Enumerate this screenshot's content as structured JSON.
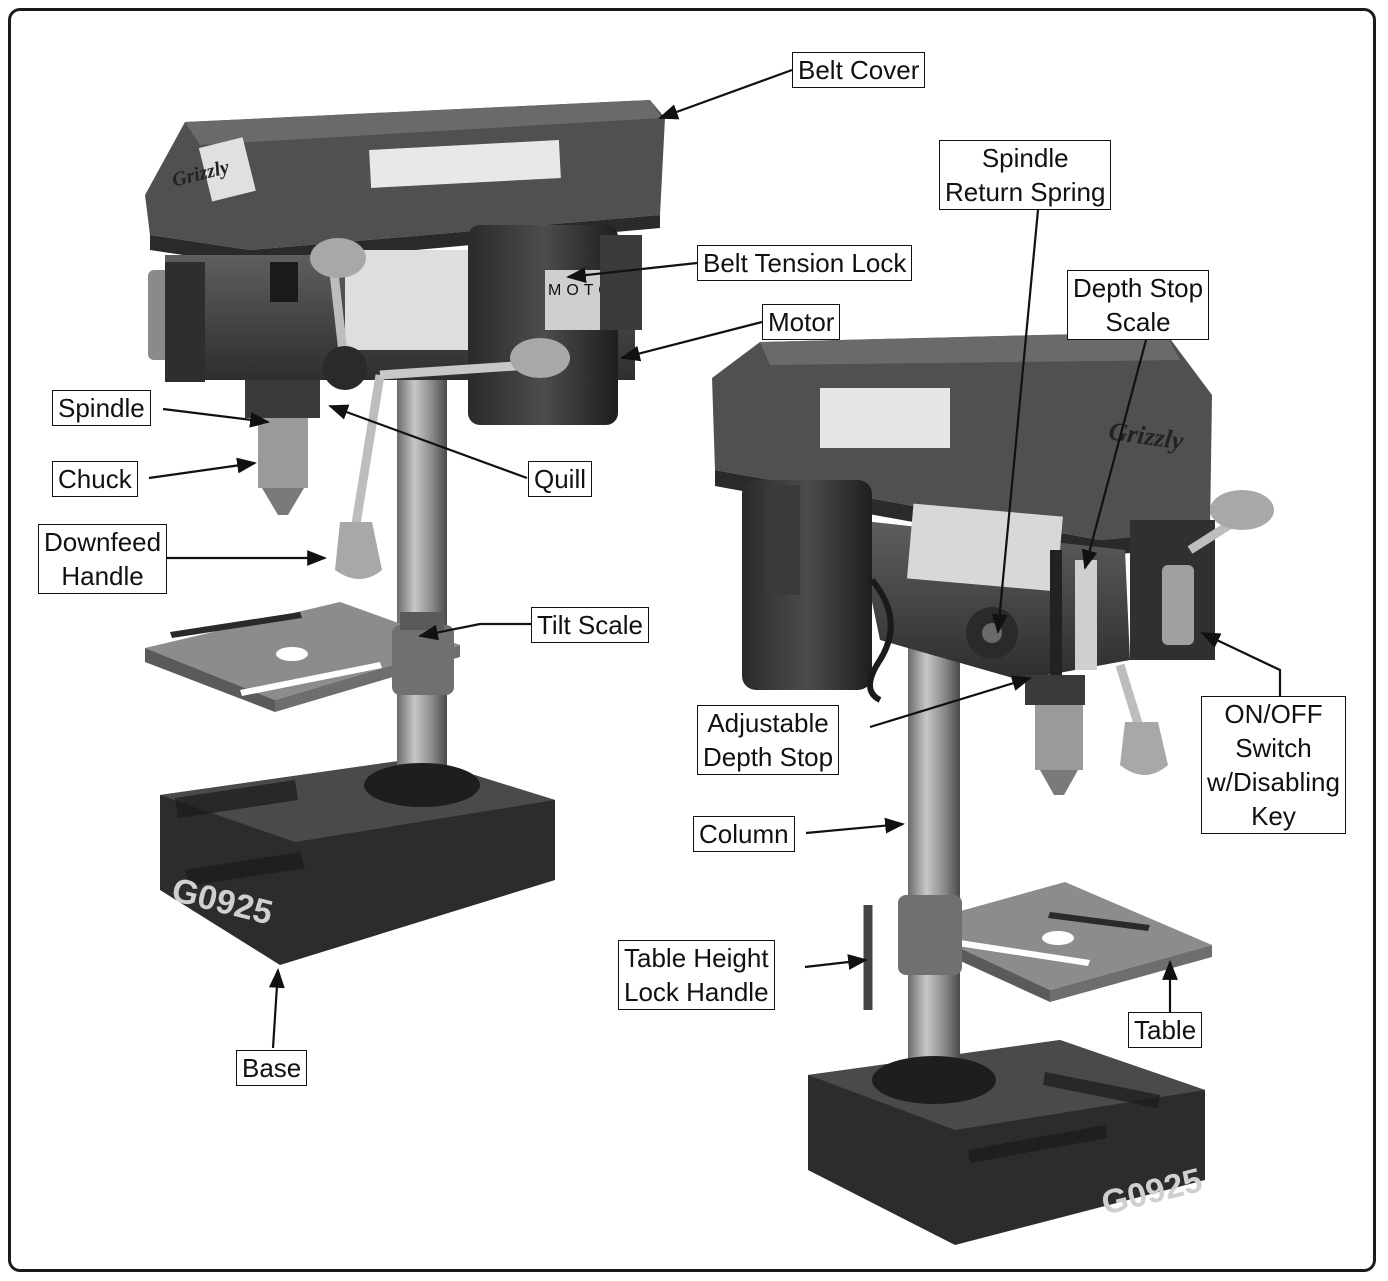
{
  "labels": {
    "belt_cover": "Belt Cover",
    "belt_tension_lock": "Belt Tension Lock",
    "motor": "Motor",
    "spindle": "Spindle",
    "quill": "Quill",
    "chuck": "Chuck",
    "downfeed_handle": [
      "Downfeed",
      "Handle"
    ],
    "tilt_scale": "Tilt Scale",
    "base": "Base",
    "spindle_return_spring": [
      "Spindle",
      "Return Spring"
    ],
    "depth_stop_scale": [
      "Depth Stop",
      "Scale"
    ],
    "adjustable_depth_stop": [
      "Adjustable",
      "Depth Stop"
    ],
    "on_off_switch": [
      "ON/OFF",
      "Switch",
      "w/Disabling",
      "Key"
    ],
    "column": "Column",
    "table_height_lock_handle": [
      "Table Height",
      "Lock Handle"
    ],
    "table": "Table"
  },
  "machine_markings": {
    "brand": "Grizzly",
    "model": "G0925",
    "motor_plate": "MOTOR"
  },
  "colors": {
    "cast_iron": "#3a3a3a",
    "cast_iron_light": "#5a5a5a",
    "steel": "#9a9a9a",
    "knob": "#a8a8a8",
    "outline": "#111111"
  }
}
